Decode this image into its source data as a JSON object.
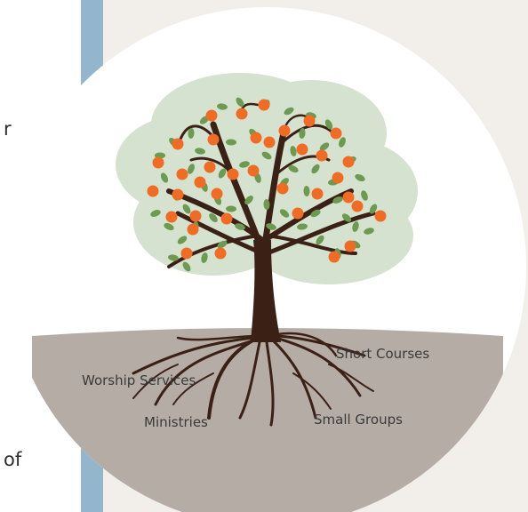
{
  "colors": {
    "blue_panel": "#93b6cc",
    "beige_panel": "#f2efea",
    "circle": "#ffffff",
    "ground": "#b5aca6",
    "trunk": "#3b2016",
    "canopy": "#d5e2cf",
    "leaf": "#6c9a50",
    "fruit": "#f06c25"
  },
  "left_text": {
    "fragment_1": "r",
    "fragment_2": "of"
  },
  "roots": {
    "short_courses": "Short Courses",
    "worship_services": "Worship Services",
    "ministries": "Ministries",
    "small_groups": "Small Groups"
  }
}
